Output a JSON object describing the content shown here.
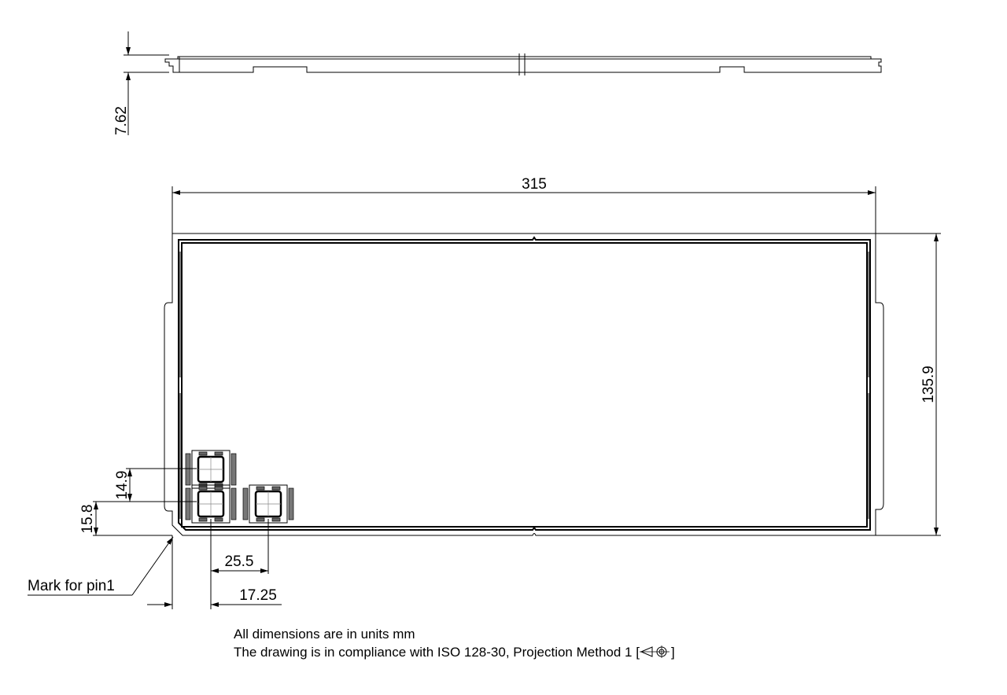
{
  "dimensions": {
    "height_side": "7.62",
    "width": "315",
    "depth": "135.9",
    "pitch_y": "14.9",
    "offset_y": "15.8",
    "pitch_x": "25.5",
    "offset_x": "17.25"
  },
  "labels": {
    "pin1_mark": "Mark for pin1"
  },
  "notes": {
    "units": "All dimensions are in units mm",
    "compliance": "The drawing is in compliance with ISO 128-30, Projection Method 1 [",
    "compliance_end": "]"
  },
  "icons": {
    "projection_symbol": "first-angle-projection-icon"
  }
}
